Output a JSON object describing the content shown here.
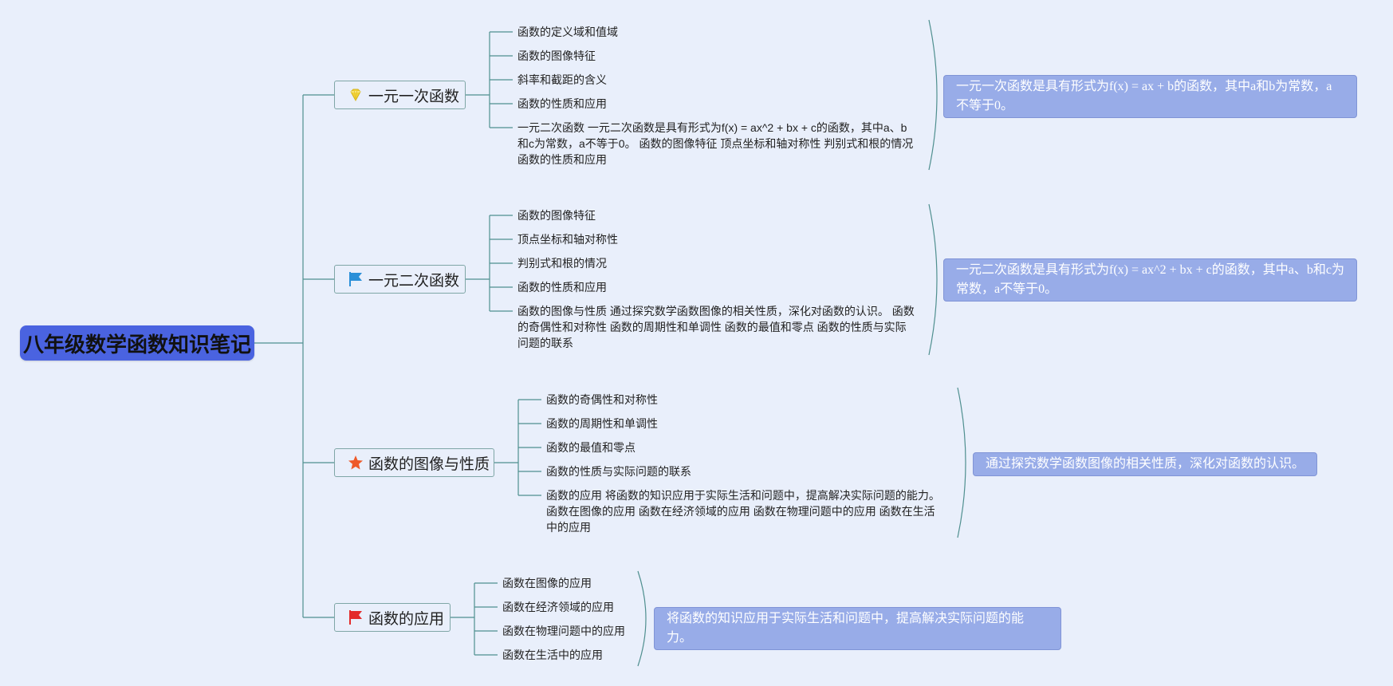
{
  "root": {
    "label": "八年级数学函数知识笔记"
  },
  "branches": [
    {
      "label": "一元一次函数",
      "icon": "gem-icon",
      "icon_color": "#f2d43a",
      "leaves": [
        "函数的定义域和值域",
        "函数的图像特征",
        "斜率和截距的含义",
        "函数的性质和应用",
        "一元二次函数 一元二次函数是具有形式为f(x) = ax^2 + bx + c的函数，其中a、b和c为常数，a不等于0。 函数的图像特征 顶点坐标和轴对称性 判别式和根的情况 函数的性质和应用"
      ],
      "summary": "一元一次函数是具有形式为f(x) = ax + b的函数，其中a和b为常数，a不等于0。"
    },
    {
      "label": "一元二次函数",
      "icon": "flag-icon",
      "icon_color": "#2a8fd8",
      "leaves": [
        "函数的图像特征",
        "顶点坐标和轴对称性",
        "判别式和根的情况",
        "函数的性质和应用",
        "函数的图像与性质 通过探究数学函数图像的相关性质，深化对函数的认识。 函数的奇偶性和对称性 函数的周期性和单调性 函数的最值和零点 函数的性质与实际问题的联系"
      ],
      "summary": "一元二次函数是具有形式为f(x) = ax^2 + bx + c的函数，其中a、b和c为常数，a不等于0。"
    },
    {
      "label": "函数的图像与性质",
      "icon": "star-icon",
      "icon_color": "#ee5a2a",
      "leaves": [
        "函数的奇偶性和对称性",
        "函数的周期性和单调性",
        "函数的最值和零点",
        "函数的性质与实际问题的联系",
        "函数的应用 将函数的知识应用于实际生活和问题中，提高解决实际问题的能力。 函数在图像的应用 函数在经济领域的应用 函数在物理问题中的应用 函数在生活中的应用"
      ],
      "summary": "通过探究数学函数图像的相关性质，深化对函数的认识。"
    },
    {
      "label": "函数的应用",
      "icon": "flag-icon",
      "icon_color": "#e32b2b",
      "leaves": [
        "函数在图像的应用",
        "函数在经济领域的应用",
        "函数在物理问题中的应用",
        "函数在生活中的应用"
      ],
      "summary": "将函数的知识应用于实际生活和问题中，提高解决实际问题的能力。"
    }
  ],
  "colors": {
    "root_fill": "#4a63e0",
    "connector": "#4f8f8f",
    "summary_fill": "#98ace8",
    "background": "#e9effb"
  }
}
